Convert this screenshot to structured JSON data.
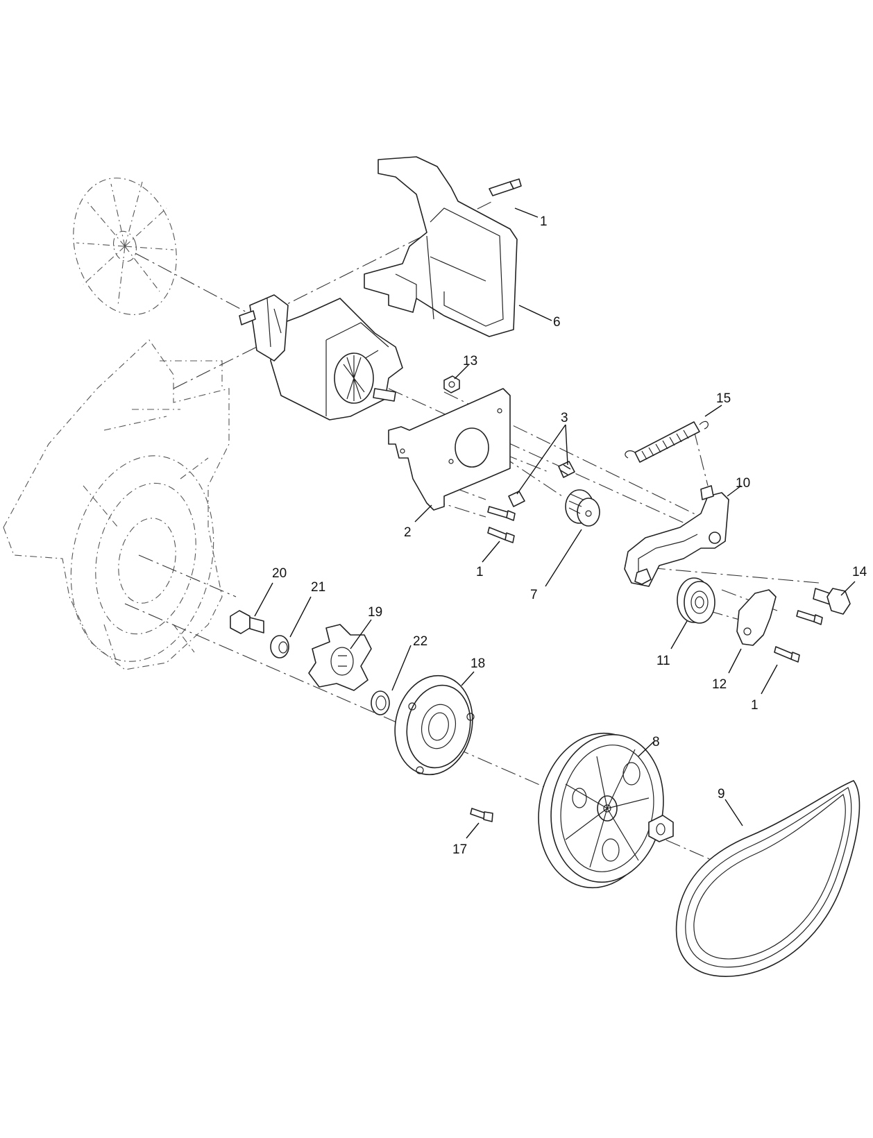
{
  "callouts": [
    {
      "id": "c1a",
      "label": "1"
    },
    {
      "id": "c6",
      "label": "6"
    },
    {
      "id": "c13",
      "label": "13"
    },
    {
      "id": "c15",
      "label": "15"
    },
    {
      "id": "c3",
      "label": "3"
    },
    {
      "id": "c10",
      "label": "10"
    },
    {
      "id": "c2",
      "label": "2"
    },
    {
      "id": "c1b",
      "label": "1"
    },
    {
      "id": "c7",
      "label": "7"
    },
    {
      "id": "c14",
      "label": "14"
    },
    {
      "id": "c20",
      "label": "20"
    },
    {
      "id": "c21",
      "label": "21"
    },
    {
      "id": "c19",
      "label": "19"
    },
    {
      "id": "c22",
      "label": "22"
    },
    {
      "id": "c18",
      "label": "18"
    },
    {
      "id": "c11",
      "label": "11"
    },
    {
      "id": "c12",
      "label": "12"
    },
    {
      "id": "c1c",
      "label": "1"
    },
    {
      "id": "c8",
      "label": "8"
    },
    {
      "id": "c9",
      "label": "9"
    },
    {
      "id": "c17",
      "label": "17"
    }
  ]
}
